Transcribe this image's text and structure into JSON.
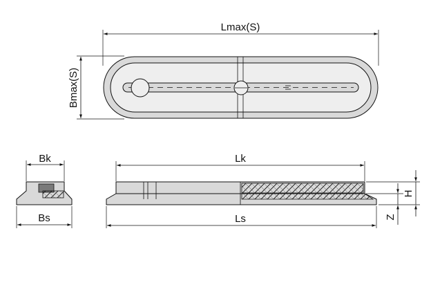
{
  "dimensions": {
    "lmax": "Lmax(S)",
    "bmax": "Bmax(S)",
    "bk": "Bk",
    "bs": "Bs",
    "lk": "Lk",
    "ls": "Ls",
    "h": "H",
    "z": "Z"
  }
}
